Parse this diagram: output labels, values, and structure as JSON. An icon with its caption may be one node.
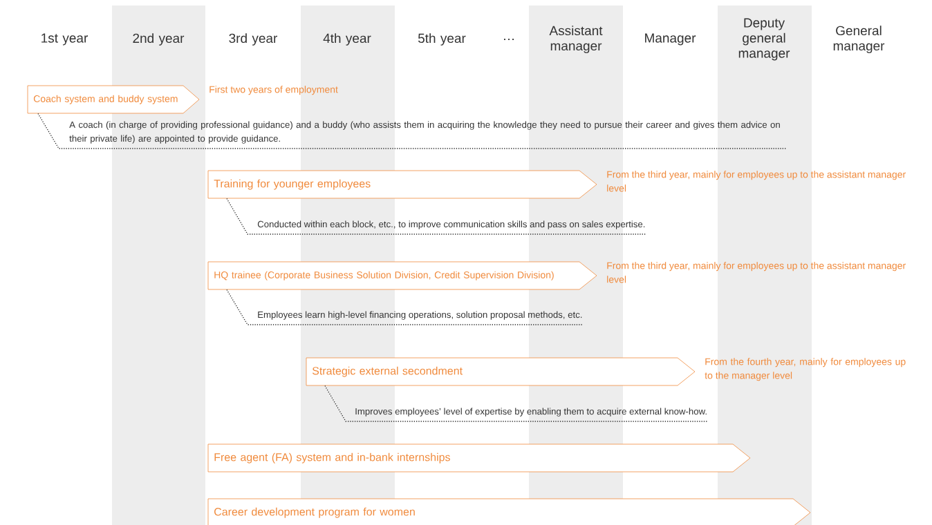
{
  "diagram": {
    "nodes": [
      {
        "text": [
          "Coach system and buddy system"
        ],
        "beside": [
          "First two years of employment"
        ]
      },
      {
        "text": [
          "A coach (in charge of providing professional guidance) and a buddy (who assists them in acquiring the knowledge they need to pursue their career and gives them advice on their private life) are appointed to provide guidance."
        ]
      },
      {
        "text": [
          "Training for younger employees"
        ],
        "beside": [
          "From the third year, mainly for employees up to the assistant manager level"
        ]
      },
      {
        "text": [
          "Conducted within each block, etc., to improve communication skills and pass on sales expertise."
        ]
      },
      {
        "text": [
          "HQ trainee (Corporate Business Solution Division, Credit Supervision Division)"
        ],
        "beside": [
          "From the third year, mainly for employees up to the assistant manager level"
        ]
      },
      {
        "text": [
          "Employees learn high-level financing operations, solution proposal methods, etc."
        ]
      },
      {
        "text": [
          "Strategic external secondment"
        ],
        "beside": [
          "From the fourth year, mainly for employees up to the manager level"
        ]
      },
      {
        "text": [
          "Improves employees’ level of expertise by enabling them to acquire external know-how."
        ]
      },
      {
        "text": [
          "Free agent (FA) system and in-bank internships"
        ]
      },
      {
        "text": [
          "Career development program for women"
        ]
      }
    ],
    "edges": [
      {
        "from": 0,
        "to": 1,
        "arrow": "none",
        "style": "dashed"
      },
      {
        "from": 2,
        "to": 3,
        "arrow": "none",
        "style": "dashed"
      },
      {
        "from": 4,
        "to": 5,
        "arrow": "none",
        "style": "dashed"
      },
      {
        "from": 6,
        "to": 7,
        "arrow": "none",
        "style": "dashed"
      }
    ],
    "labels": [
      "1st year",
      "2nd year",
      "3rd year",
      "4th year",
      "5th year",
      "…",
      "Assistant manager",
      "Manager",
      "Deputy general manager",
      "General manager"
    ]
  }
}
